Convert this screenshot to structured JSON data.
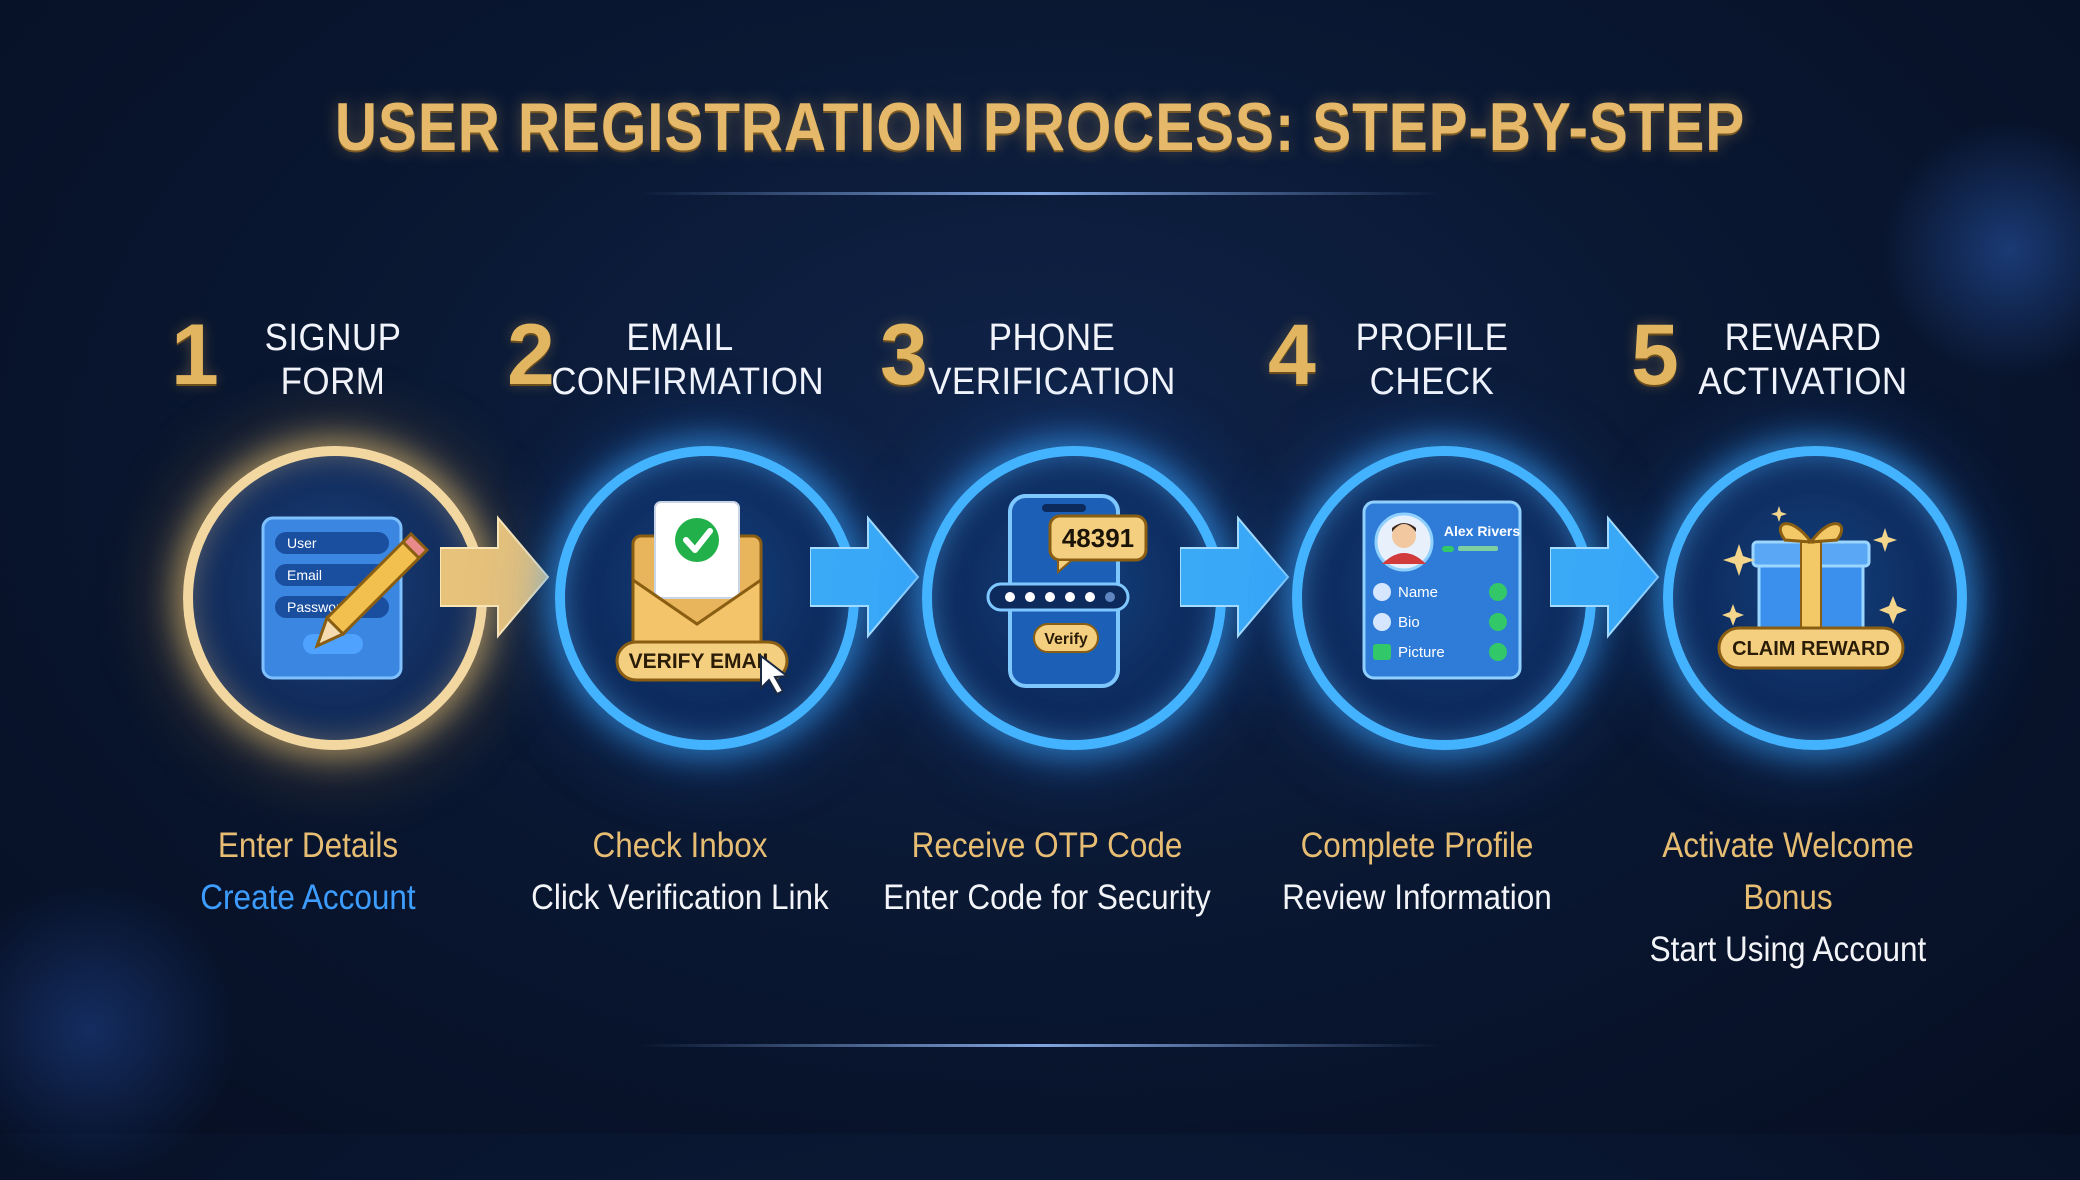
{
  "title": "USER REGISTRATION PROCESS: STEP-BY-STEP",
  "steps": [
    {
      "number": "1",
      "title_line1": "SIGNUP",
      "title_line2": "FORM",
      "icon": "signup-form-icon",
      "form_fields": [
        "User",
        "Email",
        "Password"
      ],
      "desc_line1": "Enter Details",
      "desc_line2": "Create Account"
    },
    {
      "number": "2",
      "title_line1": "EMAIL",
      "title_line2": "CONFIRMATION",
      "icon": "envelope-icon",
      "button_label": "VERIFY EMAIL",
      "desc_line1": "Check Inbox",
      "desc_line2": "Click Verification Link"
    },
    {
      "number": "3",
      "title_line1": "PHONE",
      "title_line2": "VERIFICATION",
      "icon": "phone-icon",
      "otp_code": "48391",
      "button_label": "Verify",
      "desc_line1": "Receive OTP Code",
      "desc_line2": "Enter Code for Security"
    },
    {
      "number": "4",
      "title_line1": "PROFILE",
      "title_line2": "CHECK",
      "icon": "profile-card-icon",
      "profile_name": "Alex Rivers",
      "profile_fields": [
        "Name",
        "Bio",
        "Picture"
      ],
      "desc_line1": "Complete Profile",
      "desc_line2": "Review Information"
    },
    {
      "number": "5",
      "title_line1": "REWARD",
      "title_line2": "ACTIVATION",
      "icon": "gift-icon",
      "button_label": "CLAIM REWARD",
      "desc_line1": "Activate Welcome Bonus",
      "desc_line2": "Start Using Account"
    }
  ],
  "colors": {
    "gold": "#e6b96a",
    "blue_ring": "#44b3ff",
    "link_blue": "#3d9dff",
    "background": "#0a1833"
  }
}
